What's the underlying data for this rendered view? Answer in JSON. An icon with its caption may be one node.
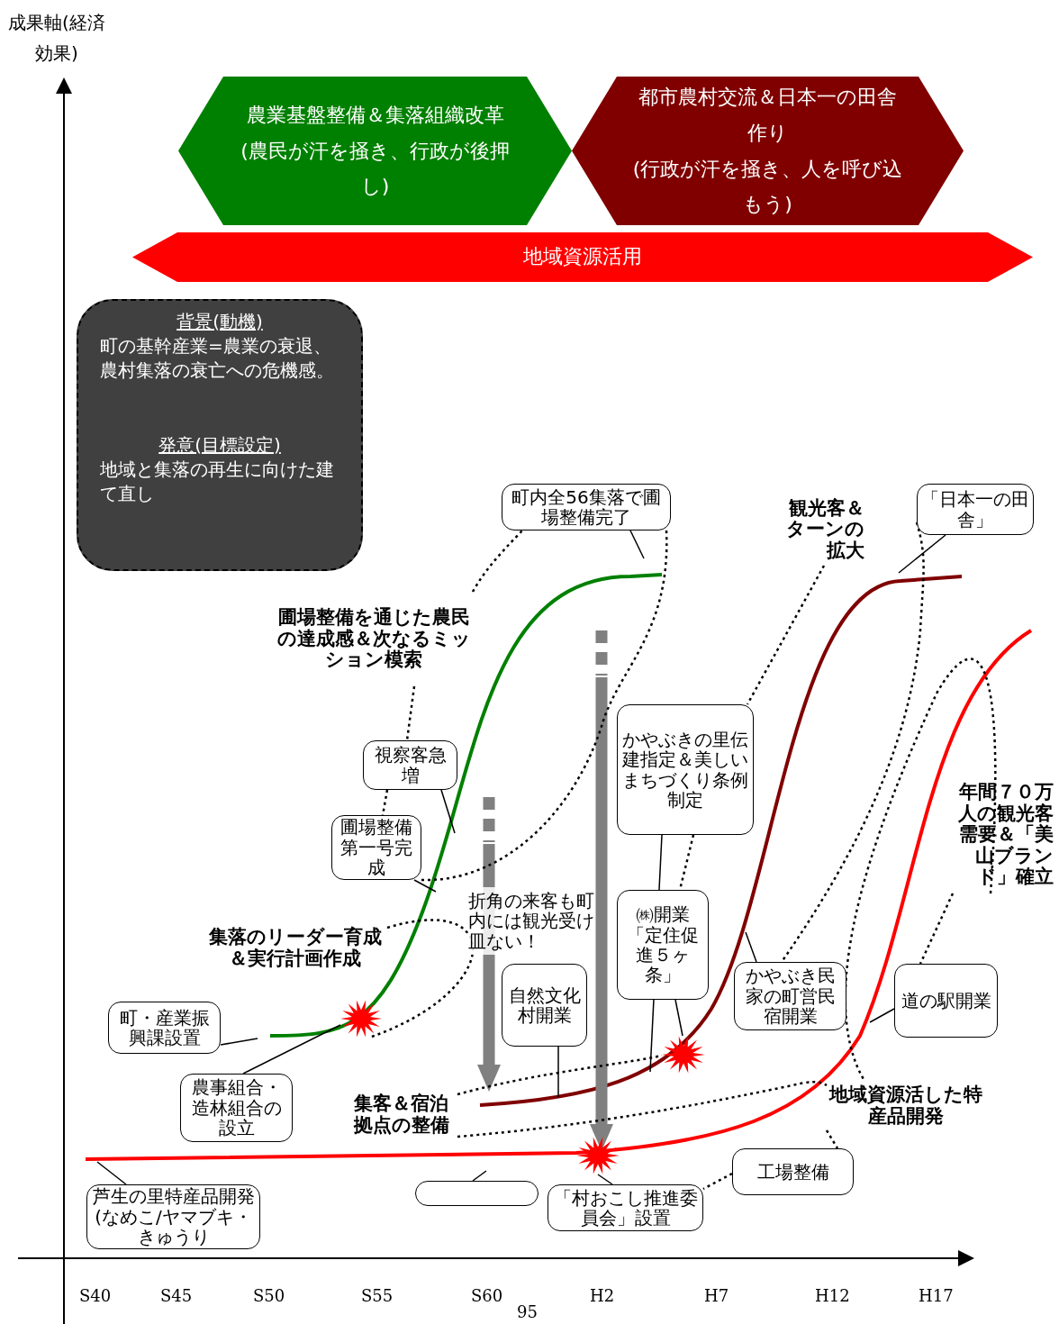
{
  "diagram": {
    "nodes": [
      {
        "text": [
          "農業基盤整備＆集落組織改革",
          "(農民が汗を掻き、行政が後押し)"
        ]
      },
      {
        "text": [
          "都市農村交流＆日本一の田舎作り",
          "(行政が汗を掻き、人を呼び込もう)"
        ]
      },
      {
        "text": [
          "地域資源活用"
        ]
      },
      {
        "text": [
          "背景(動機)",
          "町の基幹産業=農業の衰退、農村集落の衰亡への危機感。",
          "発意(目標設定)",
          "地域と集落の再生に向けた建て直し"
        ]
      },
      {
        "text": [
          "町内全56集落で圃場整備完了"
        ]
      },
      {
        "text": [
          "圃場整備を通じた農民の達成感＆次なるミッション模索"
        ]
      },
      {
        "text": [
          "視察客急増"
        ]
      },
      {
        "text": [
          "圃場整備第一号完成"
        ]
      },
      {
        "text": [
          "集落のリーダー育成＆実行計画作成"
        ]
      },
      {
        "text": [
          "町・産業振興課設置"
        ]
      },
      {
        "text": [
          "農事組合・造林組合の設立"
        ]
      },
      {
        "text": [
          "折角の来客も町内には観光受け皿ない！"
        ]
      },
      {
        "text": [
          "自然文化村開業"
        ]
      },
      {
        "text": [
          "かやぶきの里伝建指定＆美しいまちづくり条例制定"
        ]
      },
      {
        "text": [
          "㈱開業「定住促進５ヶ条」"
        ]
      },
      {
        "text": [
          "観光客＆ターンの拡大"
        ]
      },
      {
        "text": [
          "「日本一の田舎」"
        ]
      },
      {
        "text": [
          "かやぶき民家の町営民宿開業"
        ]
      },
      {
        "text": [
          "年間７０万人の観光客需要＆「美山ブランド」確立"
        ]
      },
      {
        "text": [
          "道の駅開業"
        ]
      },
      {
        "text": [
          "集客＆宿泊拠点の整備"
        ]
      },
      {
        "text": [
          "地域資源活した特産品開発"
        ]
      },
      {
        "text": [
          "工場整備"
        ]
      },
      {
        "text": [
          "「村おこし推進委員会」設置"
        ]
      },
      {
        "text": [
          "芦生の里特産品開発(なめこ/ヤマブキ・きゅうり"
        ]
      },
      {
        "text": [],
        "shape": "star"
      },
      {
        "text": [],
        "shape": "star"
      },
      {
        "text": [],
        "shape": "star"
      },
      {
        "text": [],
        "shape": "box"
      }
    ],
    "edges": [
      {
        "from": 4,
        "to": null,
        "arrow": "none"
      },
      {
        "from": 5,
        "to": 4,
        "arrow": "none",
        "style": "dashed"
      },
      {
        "from": 5,
        "to": 6,
        "arrow": "none",
        "style": "dashed"
      },
      {
        "from": 6,
        "to": null,
        "arrow": "none"
      },
      {
        "from": 6,
        "to": 7,
        "arrow": "none",
        "style": "dashed"
      },
      {
        "from": 7,
        "to": null,
        "arrow": "none"
      },
      {
        "from": 4,
        "to": 7,
        "arrow": "none",
        "style": "dashed"
      },
      {
        "from": 8,
        "to": 25,
        "arrow": "none",
        "style": "dashed"
      },
      {
        "from": 9,
        "to": null,
        "arrow": "none"
      },
      {
        "from": 10,
        "to": 25,
        "arrow": "none"
      },
      {
        "from": 12,
        "to": null,
        "arrow": "none"
      },
      {
        "from": 13,
        "to": null,
        "arrow": "none"
      },
      {
        "from": 13,
        "to": 14,
        "arrow": "none",
        "style": "dashed"
      },
      {
        "from": 14,
        "to": 26,
        "arrow": "none"
      },
      {
        "from": 15,
        "to": 13,
        "arrow": "none",
        "style": "dashed"
      },
      {
        "from": 16,
        "to": null,
        "arrow": "none"
      },
      {
        "from": 16,
        "to": 17,
        "arrow": "none",
        "style": "dashed"
      },
      {
        "from": 17,
        "to": null,
        "arrow": "none"
      },
      {
        "from": 18,
        "to": 19,
        "arrow": "none",
        "style": "dashed"
      },
      {
        "from": 18,
        "to": 21,
        "arrow": "none",
        "style": "dashed"
      },
      {
        "from": 19,
        "to": null,
        "arrow": "none"
      },
      {
        "from": 20,
        "to": 26,
        "arrow": "none",
        "style": "dashed"
      },
      {
        "from": 20,
        "to": 21,
        "arrow": "none",
        "style": "dashed"
      },
      {
        "from": 21,
        "to": 22,
        "arrow": "none",
        "style": "dashed"
      },
      {
        "from": 22,
        "to": 23,
        "arrow": "none",
        "style": "dashed"
      },
      {
        "from": 23,
        "to": 27,
        "arrow": "none"
      },
      {
        "from": 24,
        "to": null,
        "arrow": "none"
      },
      {
        "from": 28,
        "to": null,
        "arrow": "none"
      }
    ],
    "labels": [
      "成果軸(経済効果)",
      "S40",
      "S45",
      "S50",
      "S55",
      "S60",
      "H2",
      "H7",
      "H12",
      "H17",
      "95"
    ]
  }
}
